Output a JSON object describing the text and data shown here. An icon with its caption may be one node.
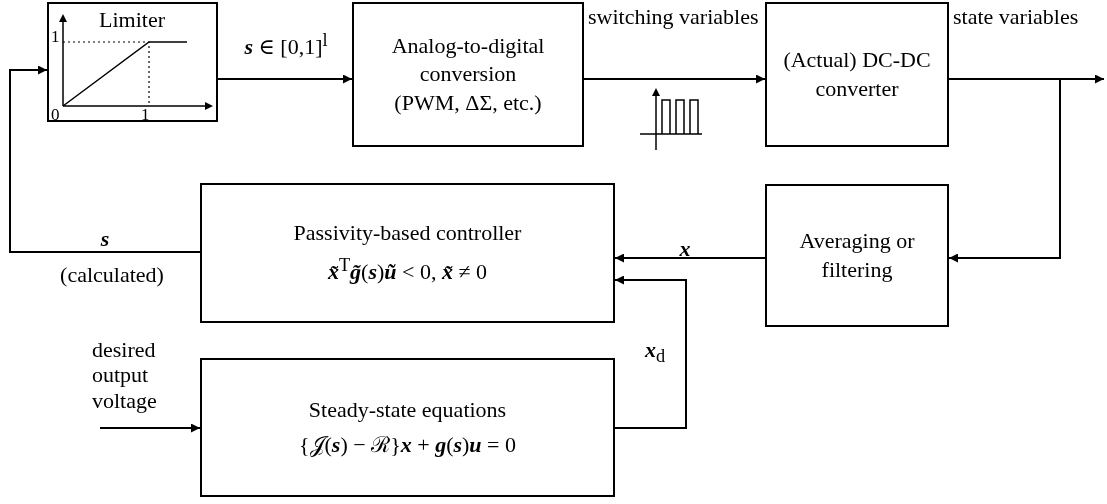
{
  "diagram": {
    "nodes": [
      {
        "text": [
          "Limiter",
          "1",
          "0",
          "1"
        ]
      },
      {
        "text": [
          "Analog-to-digital conversion",
          "(PWM, ΔΣ, etc.)"
        ]
      },
      {
        "text": [
          "(Actual) DC-DC converter"
        ]
      },
      {
        "text": [
          "Averaging or filtering"
        ]
      },
      {
        "text": [
          "Passivity-based controller",
          "**x̃**$^{T}$**g̃**(**s**)**ũ** < 0,  **x̃** ≠ 0"
        ]
      },
      {
        "text": [
          "Steady-state equations",
          "{𝒥(**s**) − ℛ}**x** + **g**(**s**)**u** = 0"
        ]
      }
    ],
    "edges": [
      {
        "from": 0,
        "to": 1,
        "arrow": "to",
        "label": "**s** ∈ [0,1]$^{l}$"
      },
      {
        "from": 1,
        "to": 2,
        "arrow": "to",
        "label": "switching variables"
      },
      {
        "from": 2,
        "to": null,
        "arrow": "to",
        "label": "state variables"
      },
      {
        "from": 2,
        "to": 3,
        "arrow": "to"
      },
      {
        "from": 3,
        "to": 4,
        "arrow": "to",
        "label": "**x**"
      },
      {
        "from": 5,
        "to": 4,
        "arrow": "to",
        "label": "**x**$_{d}$"
      },
      {
        "from": 4,
        "to": 0,
        "arrow": "to",
        "label": "**s**"
      },
      {
        "from": null,
        "to": 5,
        "arrow": "to",
        "label": "desired output voltage"
      }
    ],
    "labels": [
      "(calculated)"
    ]
  }
}
